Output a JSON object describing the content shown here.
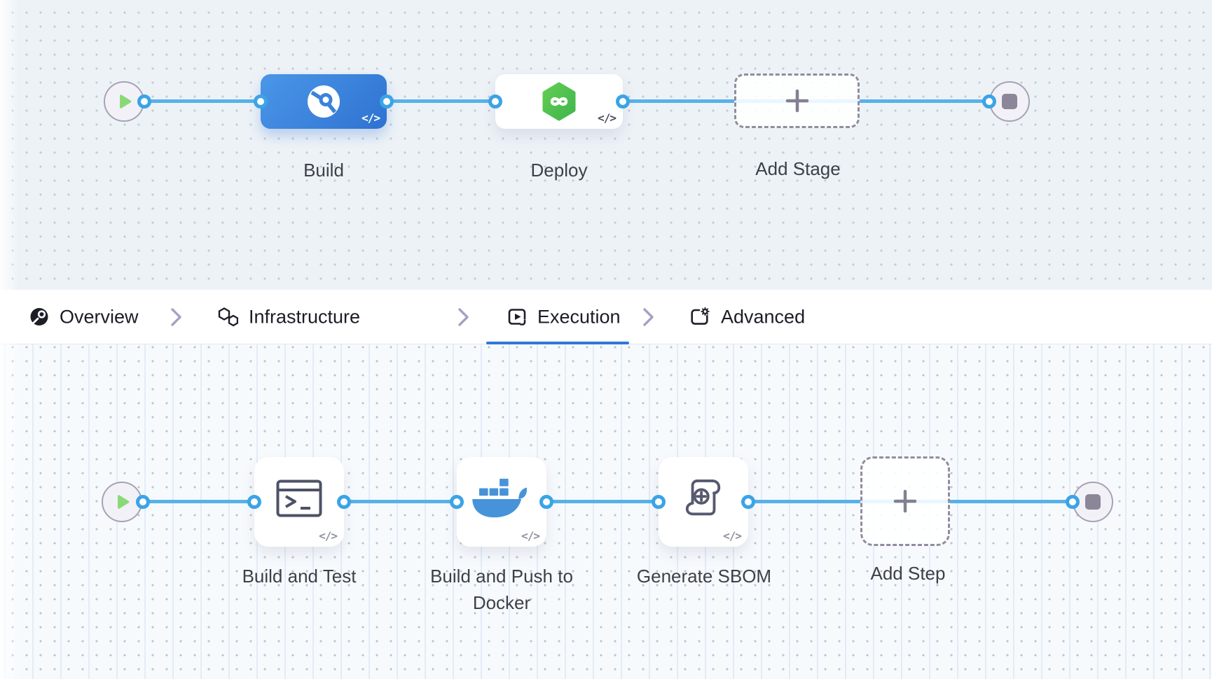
{
  "stage_pipeline": {
    "stages": [
      {
        "label": "Build",
        "kind": "ci-stage",
        "code_glyph": "</>"
      },
      {
        "label": "Deploy",
        "kind": "cd-stage",
        "code_glyph": "</>"
      },
      {
        "label": "Add Stage",
        "kind": "add-stage-placeholder"
      }
    ]
  },
  "tab_bar": {
    "tabs": [
      {
        "label": "Overview",
        "icon": "overview-icon",
        "active": false
      },
      {
        "label": "Infrastructure",
        "icon": "infrastructure-icon",
        "active": false
      },
      {
        "label": "Execution",
        "icon": "execution-icon",
        "active": true
      },
      {
        "label": "Advanced",
        "icon": "advanced-icon",
        "active": false
      }
    ],
    "active_tab": "Execution"
  },
  "step_pipeline": {
    "steps": [
      {
        "label": "Build and Test",
        "icon": "terminal-icon",
        "code_glyph": "</>"
      },
      {
        "label": "Build and Push to Docker",
        "icon": "docker-icon",
        "code_glyph": "</>"
      },
      {
        "label": "Generate SBOM",
        "icon": "sbom-scroll-icon",
        "code_glyph": "</>"
      },
      {
        "label": "Add Step",
        "icon": "plus-icon"
      }
    ]
  },
  "icons": {
    "start_node": "play-icon",
    "end_node": "stop-icon",
    "build_stage": "ci-build-circle-icon",
    "deploy_stage": "cd-hexagon-infinity-icon",
    "add_placeholder": "plus-icon",
    "code_toggle": "code-braces-icon",
    "separator": "chevron-right-icon"
  },
  "colors": {
    "connector_line": "#57B2E9",
    "connector_port_ring": "#3BA4E6",
    "stage_blue_gradient": [
      "#4A97E8",
      "#2F72D1"
    ],
    "cd_green": "#4FC150",
    "docker_blue": "#4793DA",
    "active_tab_underline": "#2F78D6",
    "start_play_green": "#8AD978",
    "stop_square_gray": "#8B8798",
    "dashed_border": "#908CA0",
    "node_label_text": "#3E4049",
    "tab_text": "#1B1C26",
    "canvas_top_bg": "#EDF2F7",
    "canvas_bottom_bg": "#F7FAFD"
  }
}
